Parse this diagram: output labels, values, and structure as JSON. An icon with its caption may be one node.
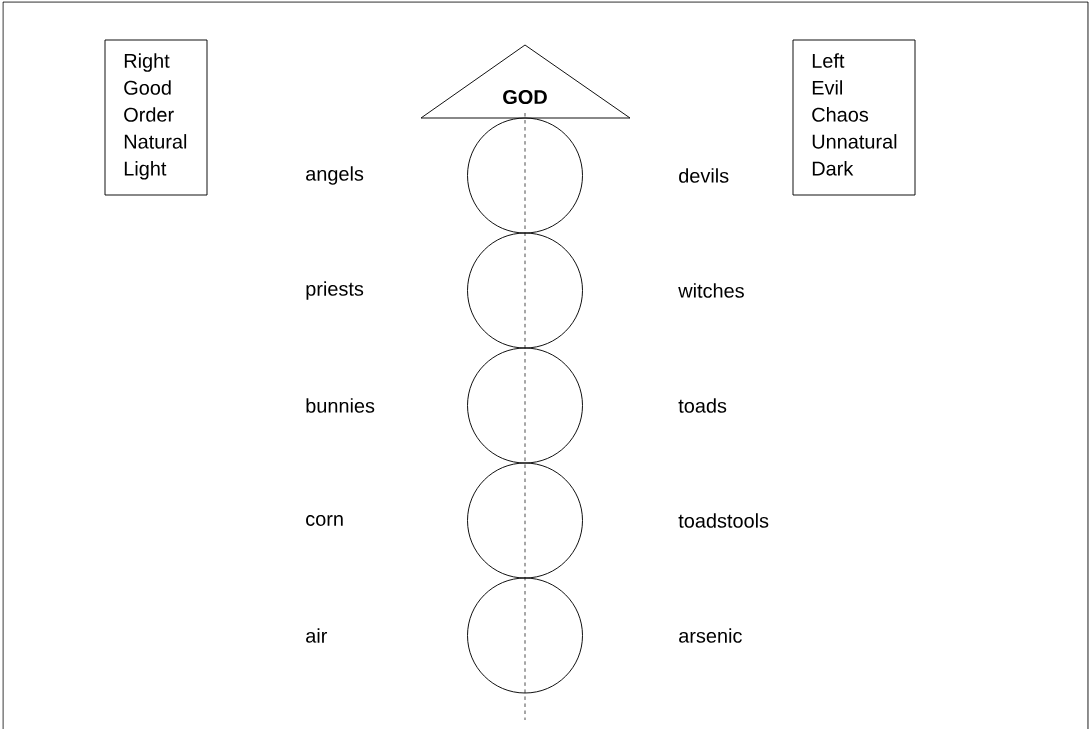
{
  "diagram": {
    "nodes": [
      {
        "text": [
          "Right",
          "Good",
          "Order",
          "Natural",
          "Light"
        ]
      },
      {
        "text": [
          "GOD"
        ]
      },
      {
        "text": [
          "Left",
          "Evil",
          "Chaos",
          "Unnatural",
          "Dark"
        ]
      },
      {
        "text": [],
        "shape": "circle"
      },
      {
        "text": [],
        "shape": "circle"
      },
      {
        "text": [],
        "shape": "circle"
      },
      {
        "text": [],
        "shape": "circle"
      },
      {
        "text": [],
        "shape": "circle"
      }
    ],
    "labels": [
      "angels",
      "devils",
      "priests",
      "witches",
      "bunnies",
      "toads",
      "corn",
      "toadstools",
      "air",
      "arsenic"
    ]
  }
}
